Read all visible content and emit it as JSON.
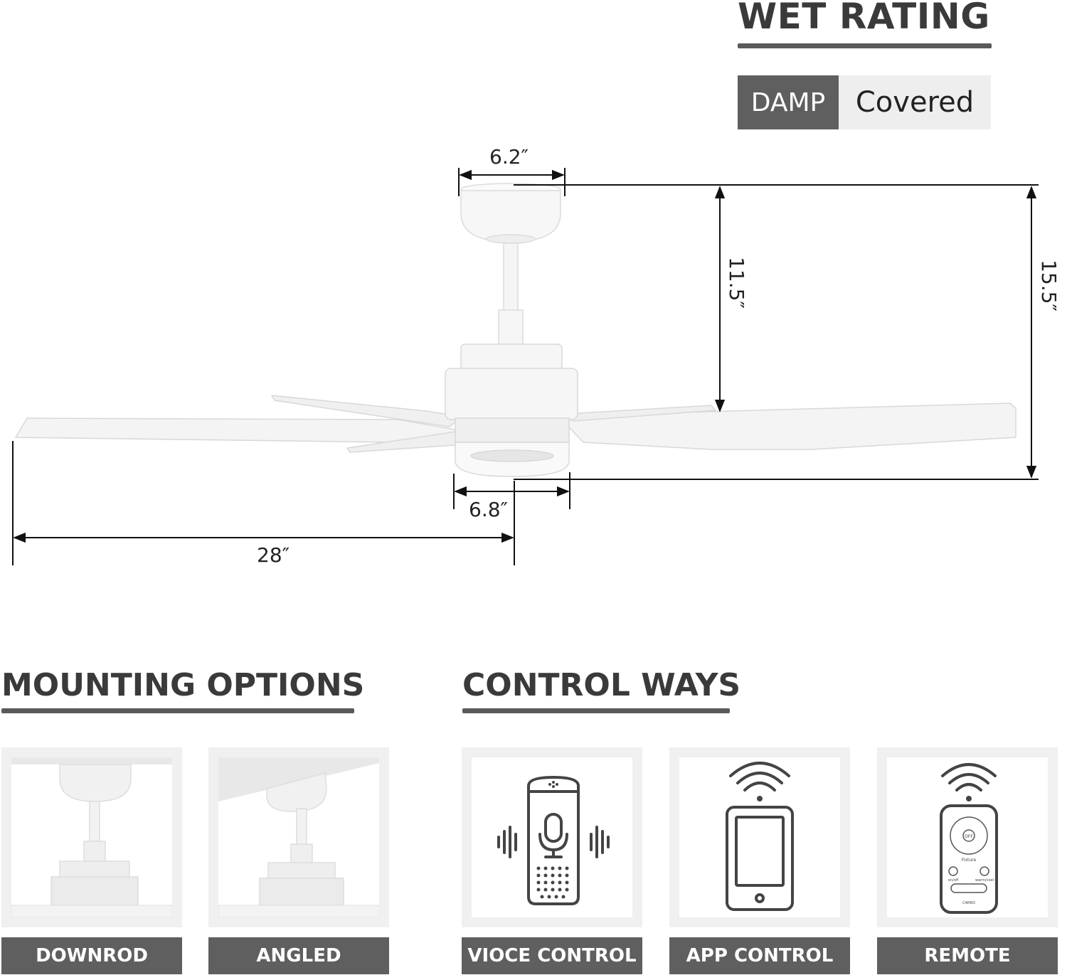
{
  "wet_rating": {
    "title": "WET RATING",
    "rating": "DAMP",
    "description": "Covered"
  },
  "dimensions": {
    "motor_top_width": "6.2″",
    "downrod_to_blade": "11.5″",
    "total_height": "15.5″",
    "light_width": "6.8″",
    "blade_radius": "28″"
  },
  "mounting": {
    "title": "MOUNTING OPTIONS",
    "options": [
      {
        "label": "DOWNROD"
      },
      {
        "label": "ANGLED"
      }
    ]
  },
  "control": {
    "title": "CONTROL WAYS",
    "options": [
      {
        "label": "VIOCE CONTROL",
        "icon": "smart-speaker-icon"
      },
      {
        "label": "APP CONTROL",
        "icon": "smartphone-wifi-icon"
      },
      {
        "label": "REMOTE",
        "icon": "remote-control-icon"
      }
    ]
  },
  "remote_details": {
    "off": "OFF",
    "fixture": "Fixture",
    "on_off": "on/off",
    "warm_cool": "warm/cool",
    "brand": "CARRO"
  },
  "colors": {
    "label_bg": "#5f5f5f",
    "card_border": "#f0f0f0",
    "heading": "#3a3a3a"
  }
}
